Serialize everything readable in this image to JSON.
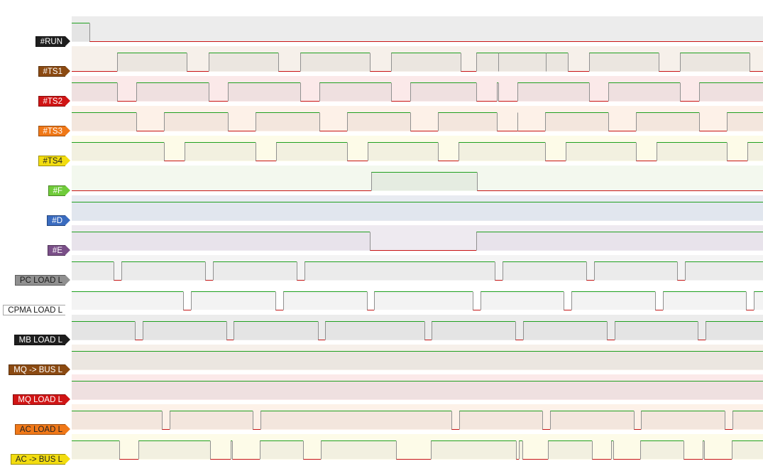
{
  "colors": {
    "high_line": "#1fa01f",
    "low_line": "#c81414",
    "edge_line": "#909090"
  },
  "signals": [
    {
      "name": "#RUN",
      "tag_bg": "#1e1e1e",
      "text_color": "#ffffff",
      "band_bg": "#ececec",
      "high_fill": "#e4e4e4",
      "initial": 1,
      "transitions": [
        25
      ]
    },
    {
      "name": "#TS1",
      "tag_bg": "#8b4a12",
      "text_color": "#ffffff",
      "band_bg": "#f6f0ea",
      "high_fill": "#ebe6e0",
      "initial": 0,
      "transitions": [
        64,
        162,
        193,
        291,
        322,
        420,
        450,
        548,
        570,
        668,
        601,
        699,
        729,
        827,
        857,
        955,
        986,
        1084
      ]
    },
    {
      "name": "#TS2",
      "tag_bg": "#d01515",
      "text_color": "#ffffff",
      "band_bg": "#fbe9e9",
      "high_fill": "#efe0e0",
      "initial": 1,
      "transitions": [
        64,
        91,
        193,
        220,
        322,
        349,
        450,
        477,
        570,
        599,
        601,
        628,
        729,
        756,
        857,
        884,
        986,
        1013
      ]
    },
    {
      "name": "#TS3",
      "tag_bg": "#f07818",
      "text_color": "#ffffff",
      "band_bg": "#fdf1e8",
      "high_fill": "#f3e6dd",
      "initial": 1,
      "transitions": [
        91,
        130,
        220,
        259,
        349,
        388,
        477,
        516,
        599,
        628,
        628,
        667,
        756,
        795,
        884,
        923,
        1013,
        1052
      ]
    },
    {
      "name": "#TS4",
      "tag_bg": "#f2dc10",
      "text_color": "#222222",
      "band_bg": "#fdfbe8",
      "high_fill": "#f2f0e0",
      "initial": 1,
      "transitions": [
        130,
        159,
        259,
        288,
        388,
        417,
        516,
        545,
        667,
        696,
        795,
        824,
        923,
        952
      ]
    },
    {
      "name": "#F",
      "tag_bg": "#70cc3a",
      "text_color": "#ffffff",
      "band_bg": "#f3f8ee",
      "high_fill": "#e5ece1",
      "initial": 0,
      "transitions": [
        422,
        571
      ]
    },
    {
      "name": "#D",
      "tag_bg": "#3a6cc0",
      "text_color": "#ffffff",
      "band_bg": "#e8ebf1",
      "high_fill": "#e1e6ee",
      "initial": 1,
      "transitions": []
    },
    {
      "name": "#E",
      "tag_bg": "#7a4f88",
      "text_color": "#ffffff",
      "band_bg": "#eeeaf0",
      "high_fill": "#e8e3eb",
      "initial": 1,
      "transitions": [
        420,
        570
      ]
    },
    {
      "name": "PC LOAD L",
      "tag_bg": "#909090",
      "text_color": "#1a1a1a",
      "band_bg": "#f4f4f4",
      "high_fill": "#ebebeb",
      "initial": 1,
      "transitions": [
        59,
        70,
        188,
        199,
        317,
        328,
        596,
        607,
        725,
        736,
        853,
        864
      ]
    },
    {
      "name": "CPMA LOAD L",
      "tag_bg": "#ffffff",
      "text_color": "#1a1a1a",
      "band_bg": "#ffffff",
      "high_fill": "#f3f3f3",
      "initial": 1,
      "transitions": [
        157,
        168,
        287,
        298,
        416,
        426,
        565,
        576,
        693,
        704,
        822,
        833,
        950,
        961
      ]
    },
    {
      "name": "MB LOAD L",
      "tag_bg": "#1e1e1e",
      "text_color": "#ffffff",
      "band_bg": "#ececec",
      "high_fill": "#e4e4e4",
      "initial": 1,
      "transitions": [
        89,
        100,
        218,
        228,
        347,
        357,
        497,
        507,
        625,
        636,
        754,
        765,
        882,
        893
      ]
    },
    {
      "name": "MQ -> BUS L",
      "tag_bg": "#8b4a12",
      "text_color": "#ffffff",
      "band_bg": "#f6f0ea",
      "high_fill": "#ebe6e0",
      "initial": 1,
      "transitions": []
    },
    {
      "name": "MQ LOAD L",
      "tag_bg": "#d01515",
      "text_color": "#ffffff",
      "band_bg": "#fbe9e9",
      "high_fill": "#efe0e0",
      "initial": 1,
      "transitions": []
    },
    {
      "name": "AC LOAD L",
      "tag_bg": "#f07818",
      "text_color": "#222222",
      "band_bg": "#fdf1e8",
      "high_fill": "#f3e6dd",
      "initial": 1,
      "transitions": [
        127,
        138,
        255,
        266,
        535,
        546,
        663,
        674,
        792,
        802,
        920,
        931
      ]
    },
    {
      "name": "AC -> BUS L",
      "tag_bg": "#f2dc10",
      "text_color": "#222222",
      "band_bg": "#fdfbe8",
      "high_fill": "#f2f0e0",
      "initial": 1,
      "transitions": [
        67,
        94,
        195,
        224,
        226,
        265,
        326,
        351,
        457,
        506,
        626,
        630,
        635,
        671,
        733,
        760,
        763,
        801,
        862,
        889,
        891,
        930
      ]
    }
  ]
}
